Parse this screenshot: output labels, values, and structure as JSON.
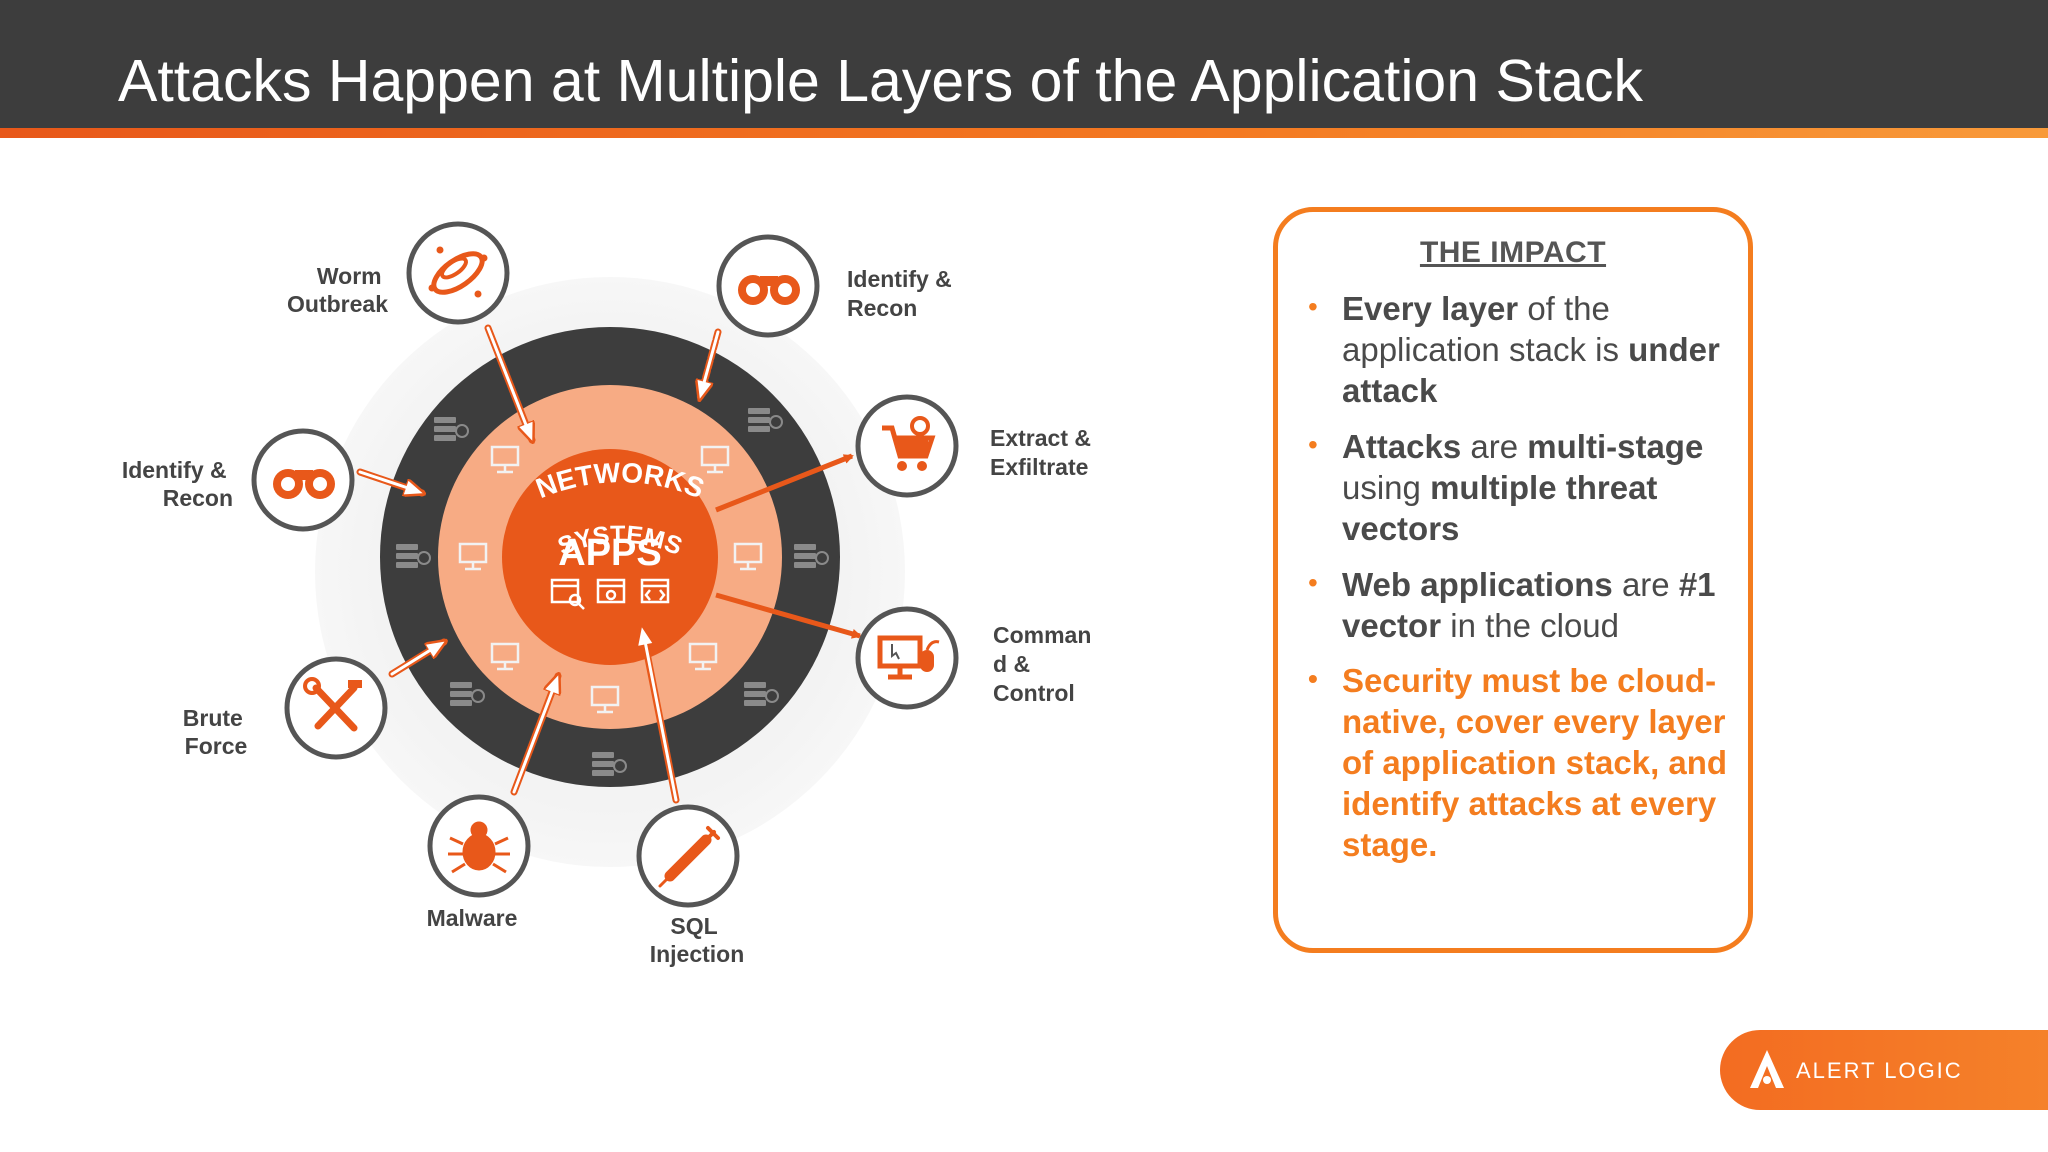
{
  "slide": {
    "title": "Attacks Happen at Multiple Layers of the Application Stack"
  },
  "diagram": {
    "rings": {
      "outer": "NETWORKS",
      "middle": "SYSTEMS",
      "core": "APPS"
    },
    "nodes": [
      {
        "id": "worm",
        "label_lines": [
          "Worm",
          "Outbreak"
        ],
        "icon": "bacteria-icon"
      },
      {
        "id": "recon-top",
        "label_lines": [
          "Identify &",
          "Recon"
        ],
        "icon": "binoculars-icon"
      },
      {
        "id": "recon-left",
        "label_lines": [
          "Identify &",
          "Recon"
        ],
        "icon": "binoculars-icon"
      },
      {
        "id": "extract",
        "label_lines": [
          "Extract &",
          "Exfiltrate"
        ],
        "icon": "shopping-cart-icon"
      },
      {
        "id": "command",
        "label_lines": [
          "Comman",
          "d &",
          "Control"
        ],
        "icon": "computer-mouse-icon"
      },
      {
        "id": "brute",
        "label_lines": [
          "Brute",
          "Force"
        ],
        "icon": "tools-icon"
      },
      {
        "id": "malware",
        "label_lines": [
          "Malware"
        ],
        "icon": "bug-icon"
      },
      {
        "id": "sql",
        "label_lines": [
          "SQL",
          "Injection"
        ],
        "icon": "syringe-icon"
      }
    ]
  },
  "impact": {
    "title": "THE IMPACT",
    "bullets": [
      {
        "parts": [
          {
            "text": "Every layer",
            "bold": true
          },
          {
            "text": " of the application stack is ",
            "bold": false
          },
          {
            "text": "under attack",
            "bold": true
          }
        ]
      },
      {
        "parts": [
          {
            "text": "Attacks",
            "bold": true
          },
          {
            "text": " are ",
            "bold": false
          },
          {
            "text": "multi-stage",
            "bold": true
          },
          {
            "text": " using ",
            "bold": false
          },
          {
            "text": "multiple threat vectors",
            "bold": true
          }
        ]
      },
      {
        "parts": [
          {
            "text": "Web applications",
            "bold": true
          },
          {
            "text": " are ",
            "bold": false
          },
          {
            "text": "#1 vector",
            "bold": true
          },
          {
            "text": " in the cloud",
            "bold": false
          }
        ]
      },
      {
        "parts": [
          {
            "text": "Security must be cloud-native, cover every layer of application stack, and identify attacks at every stage.",
            "bold": true
          }
        ],
        "highlight": true
      }
    ]
  },
  "logo": {
    "text": "ALERT LOGIC",
    "mark": "alert-logic-logo-mark"
  },
  "colors": {
    "header_bg": "#3d3d3d",
    "accent": "#f47d1f",
    "ring_dark": "#3d3d3d",
    "ring_light": "#f7ab84",
    "core": "#e8581a"
  }
}
